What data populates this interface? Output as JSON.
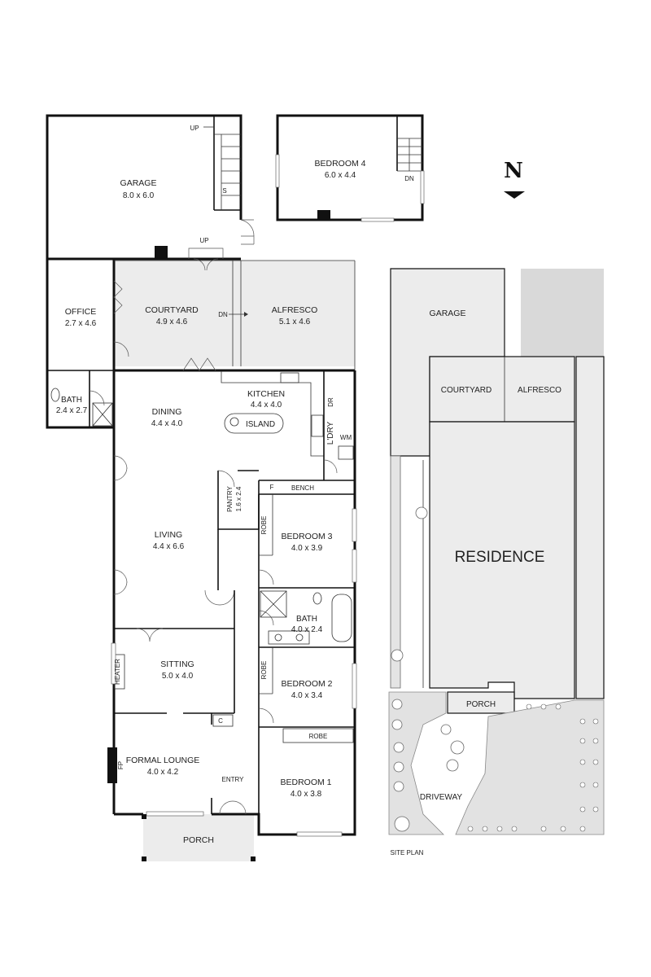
{
  "compass": {
    "label": "N"
  },
  "rooms": {
    "garage": {
      "name": "GARAGE",
      "dims": "8.0 x 6.0"
    },
    "bedroom4": {
      "name": "BEDROOM 4",
      "dims": "6.0 x 4.4"
    },
    "office": {
      "name": "OFFICE",
      "dims": "2.7 x 4.6"
    },
    "courtyard": {
      "name": "COURTYARD",
      "dims": "4.9 x 4.6"
    },
    "alfresco": {
      "name": "ALFRESCO",
      "dims": "5.1 x 4.6"
    },
    "bath_small": {
      "name": "BATH",
      "dims": "2.4 x 2.7"
    },
    "dining": {
      "name": "DINING",
      "dims": "4.4 x 4.0"
    },
    "kitchen": {
      "name": "KITCHEN",
      "dims": "4.4 x 4.0"
    },
    "pantry": {
      "name": "PANTRY",
      "dims": "1.6 x 2.4"
    },
    "living": {
      "name": "LIVING",
      "dims": "4.4 x 6.6"
    },
    "bedroom3": {
      "name": "BEDROOM 3",
      "dims": "4.0 x 3.9"
    },
    "bath_main": {
      "name": "BATH",
      "dims": "4.0 x 2.4"
    },
    "sitting": {
      "name": "SITTING",
      "dims": "5.0 x 4.0"
    },
    "bedroom2": {
      "name": "BEDROOM 2",
      "dims": "4.0 x 3.4"
    },
    "formal_lounge": {
      "name": "FORMAL LOUNGE",
      "dims": "4.0 x 4.2"
    },
    "bedroom1": {
      "name": "BEDROOM 1",
      "dims": "4.0 x 3.8"
    }
  },
  "labels": {
    "up": "UP",
    "dn": "DN",
    "s": "S",
    "island": "ISLAND",
    "dr": "DR",
    "ldry": "L'DRY",
    "wm": "WM",
    "f": "F",
    "bench": "BENCH",
    "robe": "ROBE",
    "heater": "HEATER",
    "c": "C",
    "fp": "FP",
    "entry": "ENTRY",
    "porch": "PORCH"
  },
  "site_plan": {
    "title": "SITE PLAN",
    "garage": "GARAGE",
    "courtyard": "COURTYARD",
    "alfresco": "ALFRESCO",
    "residence": "RESIDENCE",
    "porch": "PORCH",
    "driveway": "DRIVEWAY"
  }
}
